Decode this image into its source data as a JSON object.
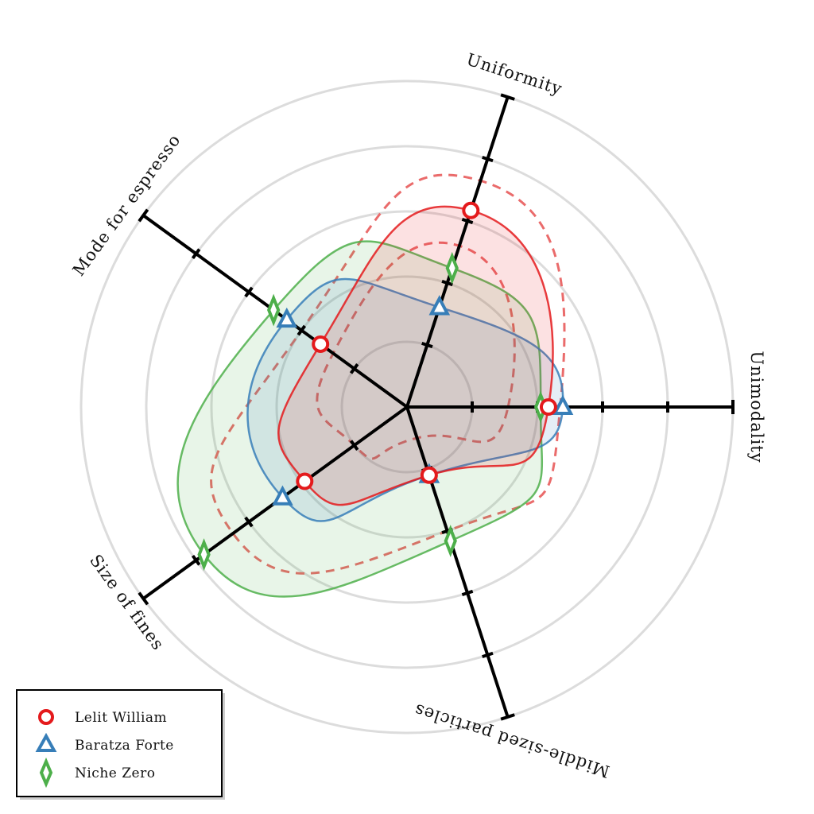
{
  "chart_data": {
    "type": "radar",
    "axes": [
      "Unimodality",
      "Uniformity",
      "Mode for espresso",
      "Size of fines",
      "Middle-sized particles"
    ],
    "rmax": 5,
    "rings": [
      1,
      2,
      3,
      4,
      5
    ],
    "grid": true,
    "legend_position": "bottom-left",
    "series": [
      {
        "name": "Lelit William",
        "marker": "circle",
        "color": "#e41a1c",
        "values": [
          2.17,
          3.17,
          1.64,
          1.94,
          1.1
        ]
      },
      {
        "name": "Baratza Forte",
        "marker": "triangle",
        "color": "#377eb8",
        "values": [
          2.39,
          1.61,
          2.28,
          2.36,
          1.1
        ]
      },
      {
        "name": "Niche Zero",
        "marker": "diamond",
        "color": "#4daf4a",
        "values": [
          2.05,
          2.24,
          2.53,
          3.85,
          2.16
        ]
      }
    ],
    "band": {
      "series": "Lelit William",
      "upper": [
        2.35,
        3.65,
        2.0,
        3.3,
        2.0
      ],
      "lower": [
        1.55,
        2.6,
        1.4,
        1.0,
        0.5
      ]
    }
  }
}
